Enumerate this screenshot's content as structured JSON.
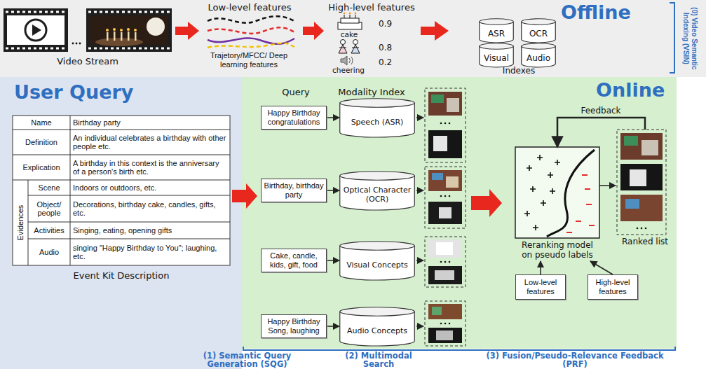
{
  "diagram": {
    "nodes": [
      {
        "text": [
          "Offline"
        ]
      },
      {
        "text": [
          "ASR"
        ],
        "in": 0
      },
      {
        "text": [
          "OCR"
        ],
        "in": 0
      },
      {
        "text": [
          "Visual"
        ],
        "in": 0
      },
      {
        "text": [
          "Audio"
        ],
        "in": 0
      },
      {
        "text": [
          "User Query"
        ]
      },
      {
        "text": [
          "Online"
        ]
      },
      {
        "text": [
          "Happy Birthday congratulations"
        ],
        "in": 6
      },
      {
        "text": [
          "Speech (ASR)"
        ],
        "in": 6
      },
      {
        "text": [
          "Birthday, birthday party"
        ],
        "in": 6
      },
      {
        "text": [
          "Optical Character (OCR)"
        ],
        "in": 6
      },
      {
        "text": [
          "Cake, candle, kids, gift, food"
        ],
        "in": 6
      },
      {
        "text": [
          "Visual Concepts"
        ],
        "in": 6
      },
      {
        "text": [
          "Happy Birthday Song, laughing"
        ],
        "in": 6
      },
      {
        "text": [
          "Audio Concepts"
        ],
        "in": 6
      },
      {
        "text": [
          "Reranking model on pseudo labels"
        ],
        "in": 6
      },
      {
        "text": [
          "Ranked list"
        ],
        "in": 6
      },
      {
        "text": [
          "Low-level features"
        ],
        "in": 6
      },
      {
        "text": [
          "High-level features"
        ],
        "in": 6
      }
    ],
    "edges": [
      {
        "from": 7,
        "to": 8,
        "arrow": "to"
      },
      {
        "from": 9,
        "to": 10,
        "arrow": "to"
      },
      {
        "from": 11,
        "to": 12,
        "arrow": "to"
      },
      {
        "from": 13,
        "to": 14,
        "arrow": "to"
      },
      {
        "from": 15,
        "to": 16,
        "arrow": "to"
      },
      {
        "from": 16,
        "to": 15,
        "label": "Feedback",
        "arrow": "to"
      },
      {
        "from": 17,
        "to": 15,
        "arrow": "to"
      },
      {
        "from": 18,
        "to": 15,
        "arrow": "to"
      }
    ],
    "labels": [
      "Low-level features",
      "Trajetory/MFCC/ Deep learning features",
      "Video Stream",
      "High-level features",
      "cake",
      "0.9",
      "0.8",
      "cheering",
      "0.2",
      "Indexes",
      "(0) Video Semantic Indexing (VSIN)",
      "Name",
      "Birthday party",
      "Definition",
      "An individual celebrates a birthday with other people etc.",
      "Explication",
      "A birthday in this context is the anniversary of a person's birth etc.",
      "Evidences",
      "Scene",
      "Indoors or outdoors, etc.",
      "Object/ people",
      "Decorations, birthday cake, candles, gifts, etc.",
      "Activities",
      "Singing, eating, opening gifts",
      "Audio",
      "singing \"Happy Birthday to You\"; laughing, etc.",
      "Event Kit Description",
      "Query",
      "Modality Index",
      "(1) Semantic Query Generation (SQG)",
      "(2) Multimodal Search",
      "(3) Fusion/Pseudo-Relevance Feedback (PRF)"
    ]
  }
}
